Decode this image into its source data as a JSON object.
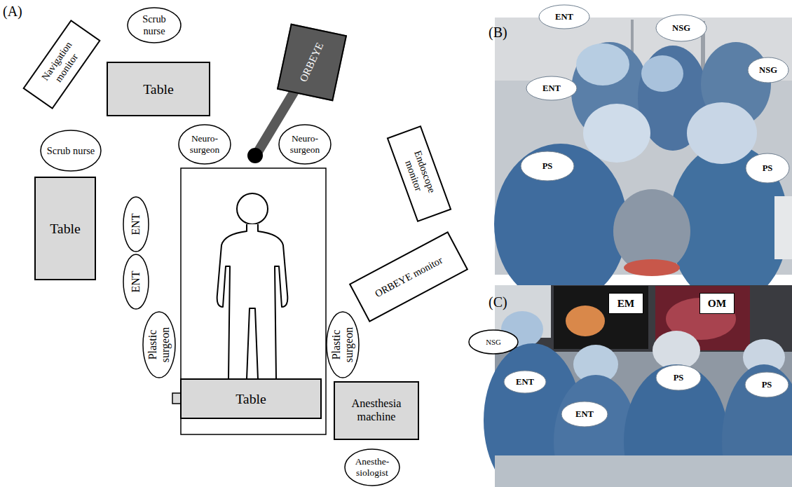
{
  "diagram": {
    "nodes": [
      {
        "text": [
          "Scrub nurse"
        ]
      },
      {
        "text": [
          "Navigation monitor"
        ]
      },
      {
        "text": [
          "ORBEYE"
        ]
      },
      {
        "text": [
          "Table"
        ]
      },
      {
        "text": [
          "Scrub nurse"
        ]
      },
      {
        "text": [
          "Neuro-surgeon"
        ]
      },
      {
        "text": [
          "Neuro-surgeon"
        ]
      },
      {
        "text": [
          "Endoscope monitor"
        ]
      },
      {
        "text": [
          "Table"
        ]
      },
      {
        "text": [
          "ENT"
        ]
      },
      {
        "text": [
          "ENT"
        ]
      },
      {
        "text": [
          "ORBEYE monitor"
        ]
      },
      {
        "text": [
          "Plastic surgeon"
        ]
      },
      {
        "text": [
          "Plastic surgeon"
        ]
      },
      {
        "text": [
          "Table"
        ]
      },
      {
        "text": [
          "Anesthesia machine"
        ]
      },
      {
        "text": [
          "Anesthe-siologist"
        ]
      },
      {
        "text": [
          "ENT"
        ]
      },
      {
        "text": [
          "NSG"
        ]
      },
      {
        "text": [
          "NSG"
        ]
      },
      {
        "text": [
          "ENT"
        ]
      },
      {
        "text": [
          "PS"
        ]
      },
      {
        "text": [
          "PS"
        ]
      },
      {
        "text": [
          "EM"
        ]
      },
      {
        "text": [
          "OM"
        ]
      },
      {
        "text": [
          "NSG"
        ]
      },
      {
        "text": [
          "ENT"
        ]
      },
      {
        "text": [
          "PS"
        ]
      },
      {
        "text": [
          "ENT"
        ]
      },
      {
        "text": [
          "PS"
        ]
      }
    ],
    "labels": [
      "(A)",
      "(B)",
      "(C)"
    ]
  }
}
